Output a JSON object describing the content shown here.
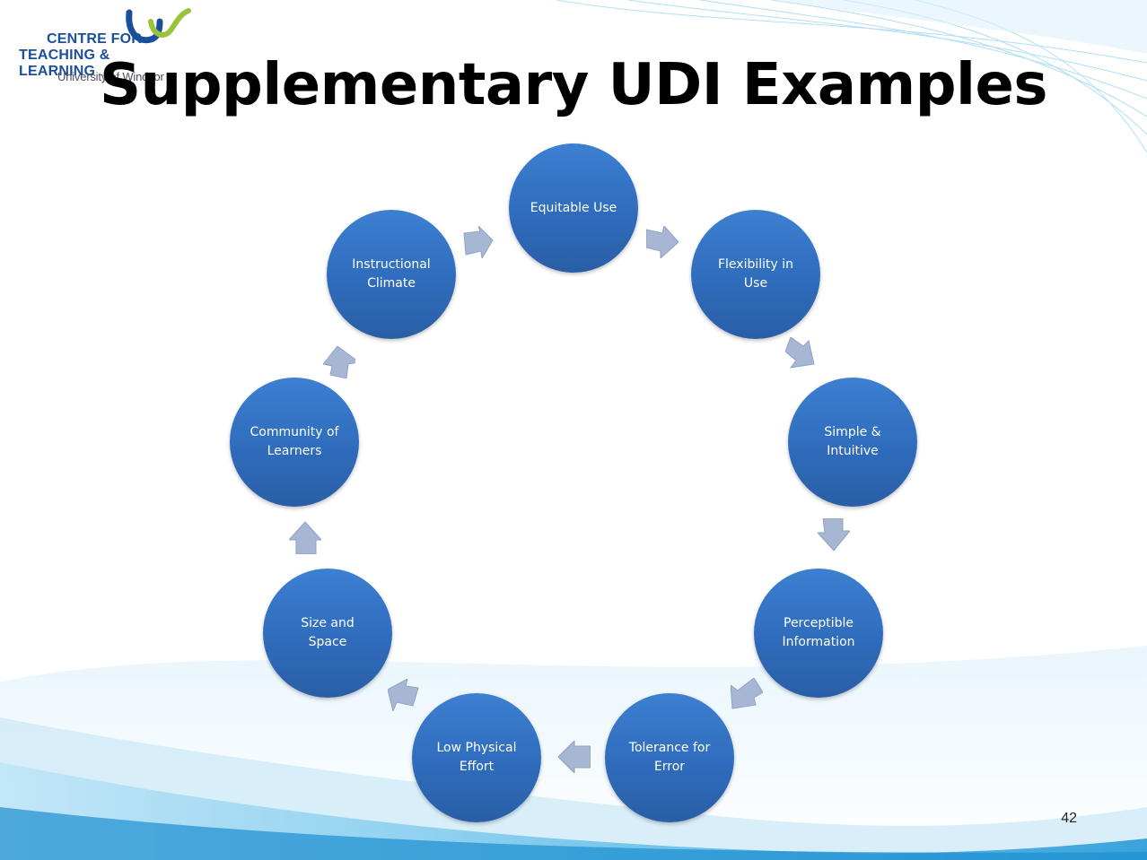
{
  "logo": {
    "line1": "CENTRE FOR",
    "line2": "TEACHING & LEARNING",
    "line3": "University of Windsor"
  },
  "title": "Supplementary UDI Examples",
  "page_number": "42",
  "cycle": {
    "nodes": [
      {
        "label": "Equitable Use"
      },
      {
        "label": "Flexibility in Use"
      },
      {
        "label": "Simple & Intuitive"
      },
      {
        "label": "Perceptible Information"
      },
      {
        "label": "Tolerance for Error"
      },
      {
        "label": "Low Physical Effort"
      },
      {
        "label": "Size and Space"
      },
      {
        "label": "Community of Learners"
      },
      {
        "label": "Instructional Climate"
      }
    ]
  },
  "colors": {
    "node_fill": "#2f6cbc",
    "arrow_fill": "#a7b7d3",
    "logo_blue": "#1b4f9c"
  }
}
